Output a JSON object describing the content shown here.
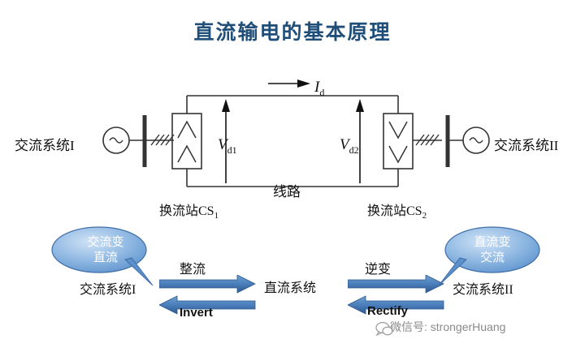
{
  "title": "直流输电的基本原理",
  "colors": {
    "title": "#1f4e79",
    "circuit_line": "#333333",
    "arrow_blue": "#4a7ebb",
    "arrow_blue_dark": "#2e5a8e",
    "callout_fill_light": "#bcd6f0",
    "callout_fill_dark": "#5b90cc",
    "callout_border": "#3f6fa8",
    "watermark": "#8a8a8a"
  },
  "circuit": {
    "ac_system_1": "交流系统I",
    "ac_system_2": "交流系统II",
    "voltage_1": "V",
    "voltage_1_sub": "d1",
    "voltage_2": "V",
    "voltage_2_sub": "d2",
    "current": "I",
    "current_sub": "d",
    "line_label": "线路",
    "station_1": "换流站CS",
    "station_1_sub": "1",
    "station_2": "换流站CS",
    "station_2_sub": "2",
    "source_symbol": "~",
    "converter_1_symbol": "rectifier-chevrons-up",
    "converter_2_symbol": "inverter-chevrons-down"
  },
  "flow": {
    "ac_system_1": "交流系统I",
    "dc_system": "直流系统",
    "ac_system_2": "交流系统II",
    "rectify_cn": "整流",
    "invert_cn": "逆变",
    "invert_en": "Invert",
    "rectify_en": "Rectify"
  },
  "callouts": {
    "left_line1": "交流变",
    "left_line2": "直流",
    "right_line1": "直流变",
    "right_line2": "交流"
  },
  "watermark": {
    "text": "微信号: strongerHuang",
    "logo": "wechat-icon"
  }
}
